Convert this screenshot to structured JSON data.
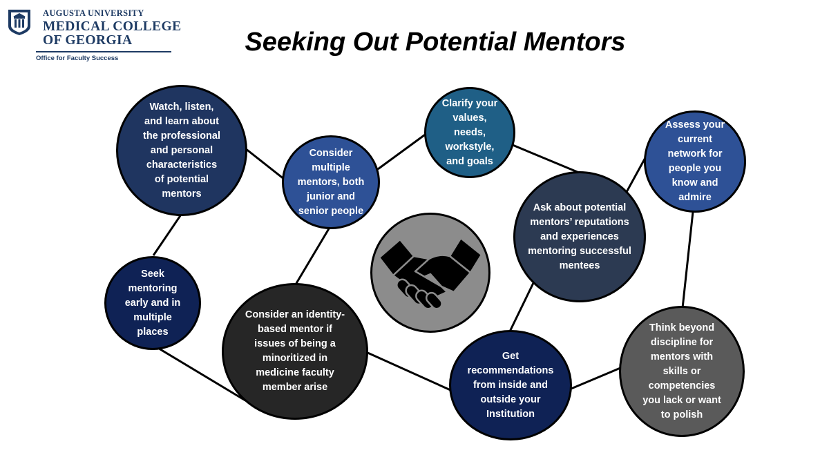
{
  "header": {
    "university": "AUGUSTA UNIVERSITY",
    "college_line1": "MEDICAL COLLEGE",
    "college_line2": "OF GEORGIA",
    "office": "Office for Faculty Success"
  },
  "title": "Seeking Out Potential Mentors",
  "colors": {
    "navy_dark": "#0f2255",
    "navy": "#1f3560",
    "royal_blue": "#2e5196",
    "steel_blue": "#1f5f86",
    "slate": "#2c3a52",
    "charcoal": "#262626",
    "gray": "#5a5a5a",
    "handshake_bg": "#8c8c8c",
    "logo_blue": "#1d3a63"
  },
  "nodes": [
    {
      "id": "watch",
      "text": "Watch, listen, and learn about the professional and personal characteristics of potential mentors"
    },
    {
      "id": "consider-multiple",
      "text": "Consider multiple mentors, both junior and senior people"
    },
    {
      "id": "clarify",
      "text": "Clarify your values, needs, workstyle, and goals"
    },
    {
      "id": "assess",
      "text": "Assess your current network for people you know and admire"
    },
    {
      "id": "ask",
      "text": "Ask about potential mentors’ reputations and experiences mentoring successful mentees"
    },
    {
      "id": "seek",
      "text": "Seek mentoring early and in multiple places"
    },
    {
      "id": "identity",
      "text": "Consider an identity-based mentor if issues of being a minoritized in medicine faculty member arise"
    },
    {
      "id": "recommend",
      "text": "Get recommendations from inside and outside your Institution"
    },
    {
      "id": "think",
      "text": "Think beyond discipline for mentors with skills or competencies you lack or want to polish"
    }
  ],
  "icons": {
    "center": "handshake-icon",
    "logo": "university-seal-icon"
  }
}
